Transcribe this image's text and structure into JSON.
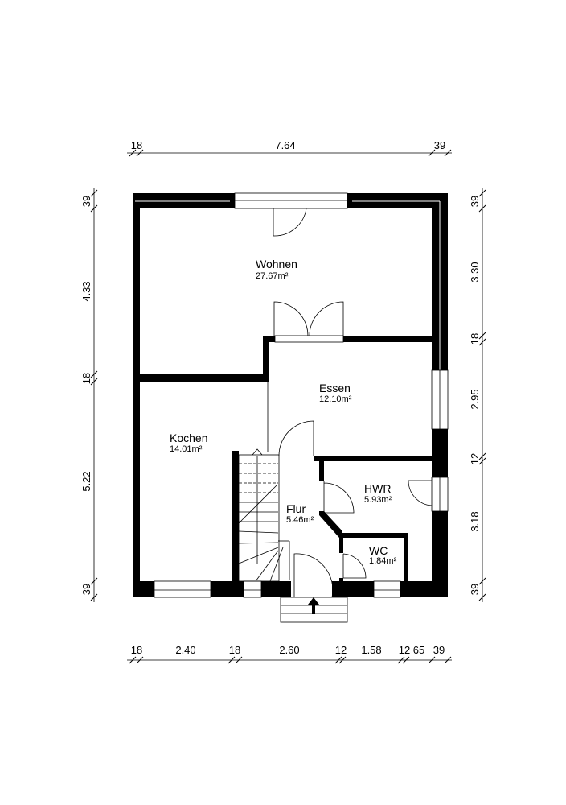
{
  "rooms": [
    {
      "name": "Wohnen",
      "area": "27.67m²"
    },
    {
      "name": "Essen",
      "area": "12.10m²"
    },
    {
      "name": "Kochen",
      "area": "14.01m²"
    },
    {
      "name": "Flur",
      "area": "5.46m²"
    },
    {
      "name": "HWR",
      "area": "5.93m²"
    },
    {
      "name": "WC",
      "area": "1.84m²"
    }
  ],
  "dimensions": {
    "top": [
      "18",
      "7.64",
      "39"
    ],
    "left": [
      "39",
      "4.33",
      "18",
      "5.22",
      "39"
    ],
    "right": [
      "39",
      "3.30",
      "18",
      "2.95",
      "12",
      "3.18",
      "39"
    ],
    "bottom": [
      "18",
      "2.40",
      "18",
      "2.60",
      "12",
      "1.58",
      "12",
      "65",
      "39"
    ]
  }
}
